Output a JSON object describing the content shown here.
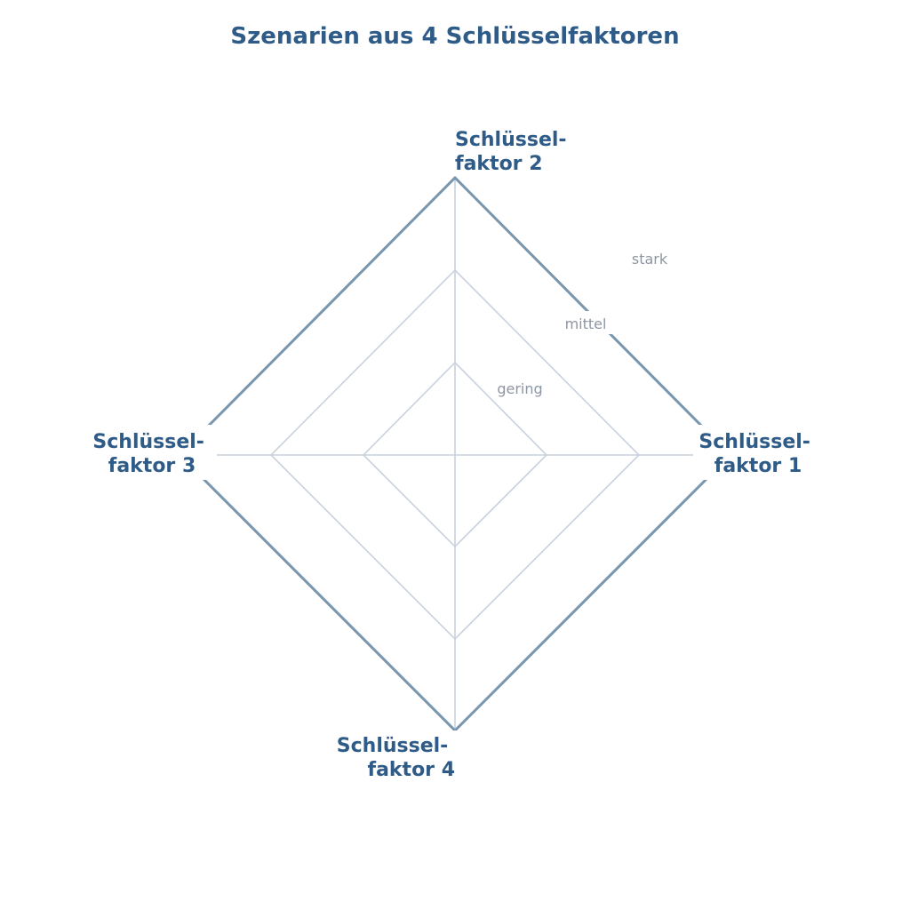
{
  "title": "Szenarien aus 4 Schlüsselfaktoren",
  "axes": [
    {
      "lines": [
        "Schlüssel-",
        "faktor 1"
      ]
    },
    {
      "lines": [
        "Schlüssel-",
        "faktor 2"
      ]
    },
    {
      "lines": [
        "Schlüssel-",
        "faktor 3"
      ]
    },
    {
      "lines": [
        "Schlüssel-",
        "faktor 4"
      ]
    }
  ],
  "levels": [
    {
      "label": "gering"
    },
    {
      "label": "mittel"
    },
    {
      "label": "stark"
    }
  ],
  "colors": {
    "title": "#2e5b87",
    "axis_label": "#2e5b87",
    "grid": "#c9d1dc",
    "outer": "#7896ae",
    "level_label": "#8d96a3"
  }
}
